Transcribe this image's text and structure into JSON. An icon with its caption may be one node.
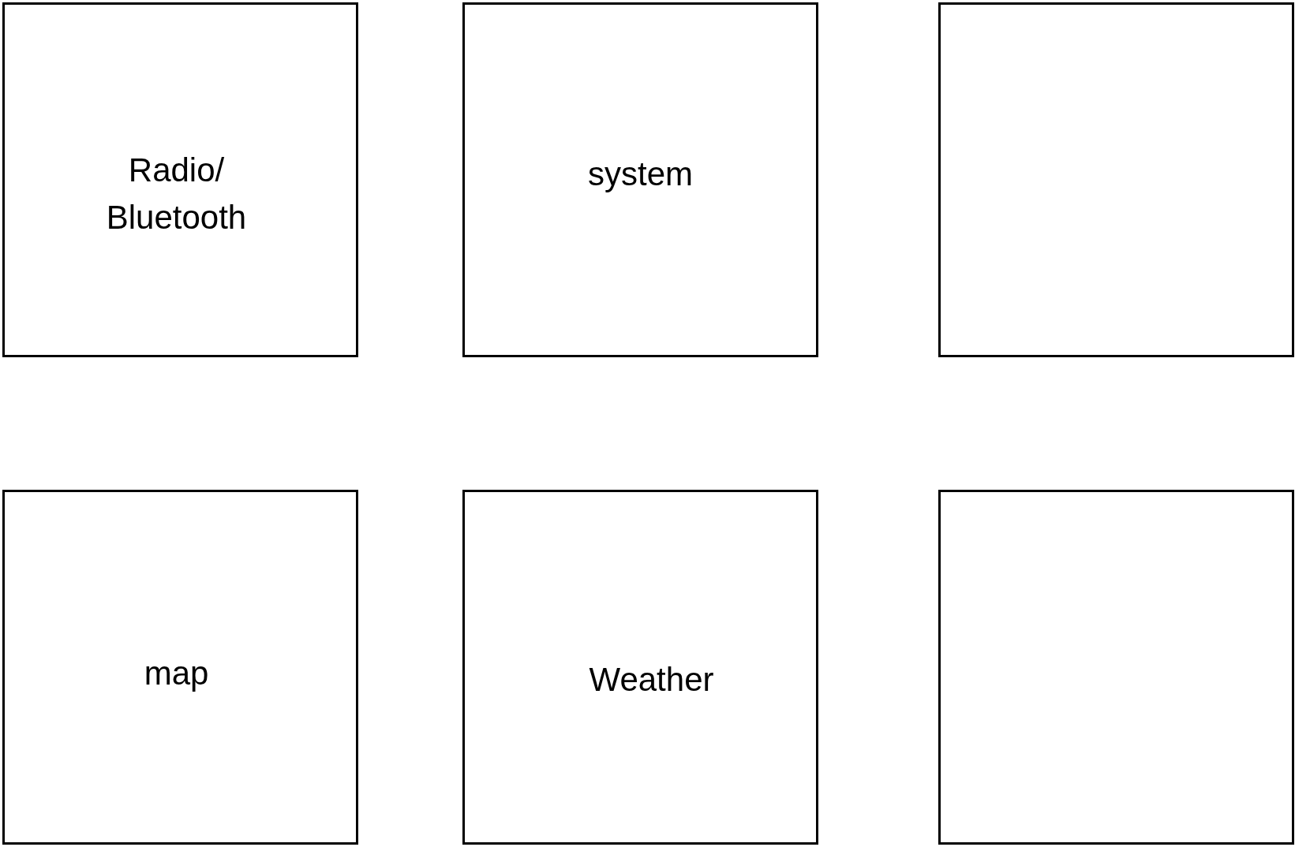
{
  "diagram": {
    "nodes": [
      {
        "text": [
          "Radio/ Bluetooth"
        ]
      },
      {
        "text": [
          "system"
        ]
      },
      {
        "text": [],
        "shape": "box"
      },
      {
        "text": [
          "map"
        ]
      },
      {
        "text": [
          "Weather"
        ]
      },
      {
        "text": [],
        "shape": "box"
      }
    ]
  }
}
